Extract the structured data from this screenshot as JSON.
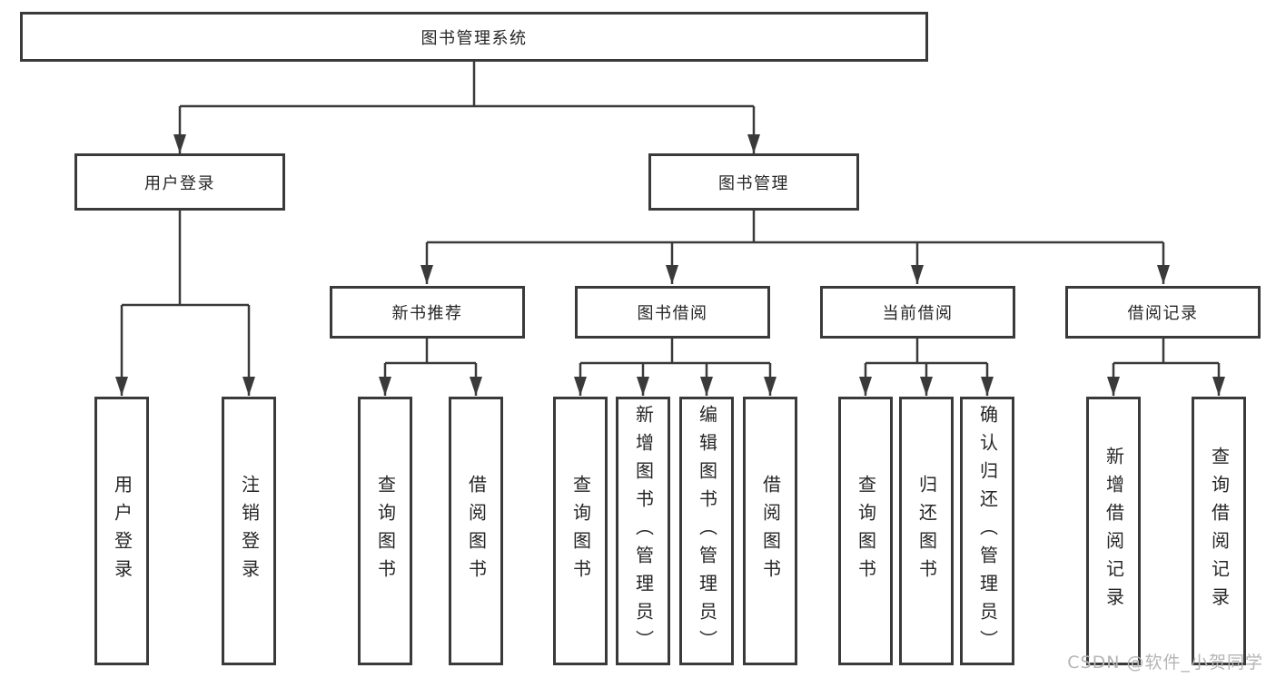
{
  "palette": {
    "line": "#3a3a3a",
    "text": "#262626",
    "background": "#ffffff",
    "watermark": "#b5b5b5"
  },
  "watermark": {
    "text": "CSDN @软件_小贺同学"
  },
  "tree": {
    "root": {
      "label": "图书管理系统"
    },
    "branches": [
      {
        "label": "用户登录",
        "children": [
          {
            "label": "用户登录"
          },
          {
            "label": "注销登录"
          }
        ]
      },
      {
        "label": "图书管理",
        "groups": [
          {
            "label": "新书推荐",
            "children": [
              {
                "label": "查询图书"
              },
              {
                "label": "借阅图书"
              }
            ]
          },
          {
            "label": "图书借阅",
            "children": [
              {
                "label": "查询图书"
              },
              {
                "label": "新增图书（管理员）"
              },
              {
                "label": "编辑图书（管理员）"
              },
              {
                "label": "借阅图书"
              }
            ]
          },
          {
            "label": "当前借阅",
            "children": [
              {
                "label": "查询图书"
              },
              {
                "label": "归还图书"
              },
              {
                "label": "确认归还（管理员）"
              }
            ]
          },
          {
            "label": "借阅记录",
            "children": [
              {
                "label": "新增借阅记录"
              },
              {
                "label": "查询借阅记录"
              }
            ]
          }
        ]
      }
    ]
  }
}
